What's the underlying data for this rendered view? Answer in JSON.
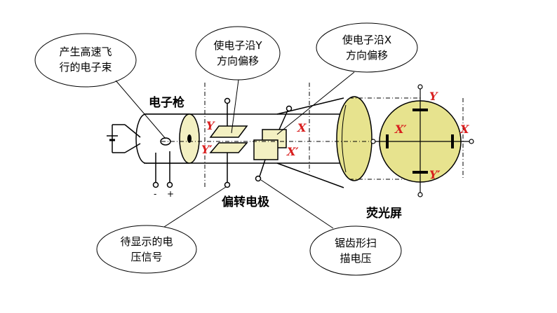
{
  "callouts": {
    "beam": [
      "产生高速飞",
      "行的电子束"
    ],
    "deflect_y": [
      "使电子沿Y",
      "方向偏移"
    ],
    "deflect_x": [
      "使电子沿X",
      "方向偏移"
    ],
    "signal": [
      "待显示的电",
      "压信号"
    ],
    "sawtooth": [
      "锯齿形扫",
      "描电压"
    ]
  },
  "labels": {
    "gun": "电子枪",
    "electrodes": "偏转电极",
    "screen": "荧光屏"
  },
  "plate_labels": {
    "y": "Y",
    "y_prime": "Y",
    "x": "X",
    "x_prime": "X",
    "prime_mark": "′"
  },
  "terminals": {
    "minus": "-",
    "plus": "+"
  },
  "colors": {
    "plate_fill": "#f3f0c2",
    "screen_fill": "#e7e38e",
    "label_red": "#d81e1e"
  }
}
